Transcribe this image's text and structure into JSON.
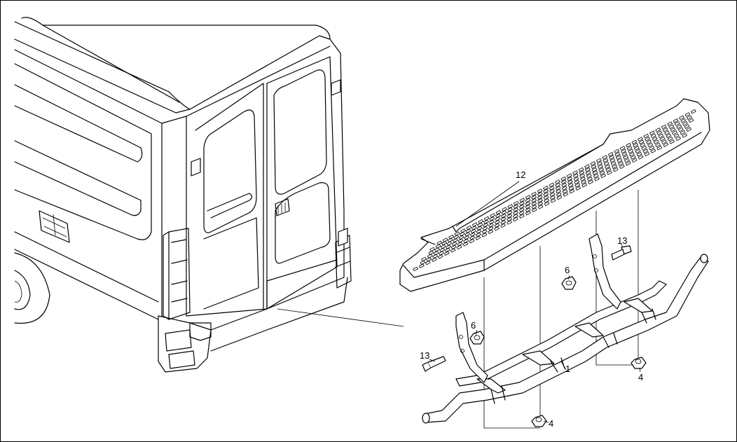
{
  "callouts": [
    {
      "id": "c12",
      "text": "12"
    },
    {
      "id": "c13a",
      "text": "13"
    },
    {
      "id": "c6a",
      "text": "6"
    },
    {
      "id": "c6b",
      "text": "6"
    },
    {
      "id": "c13b",
      "text": "13"
    },
    {
      "id": "c1",
      "text": "1"
    },
    {
      "id": "c4a",
      "text": "4"
    },
    {
      "id": "c4b",
      "text": "4"
    }
  ]
}
